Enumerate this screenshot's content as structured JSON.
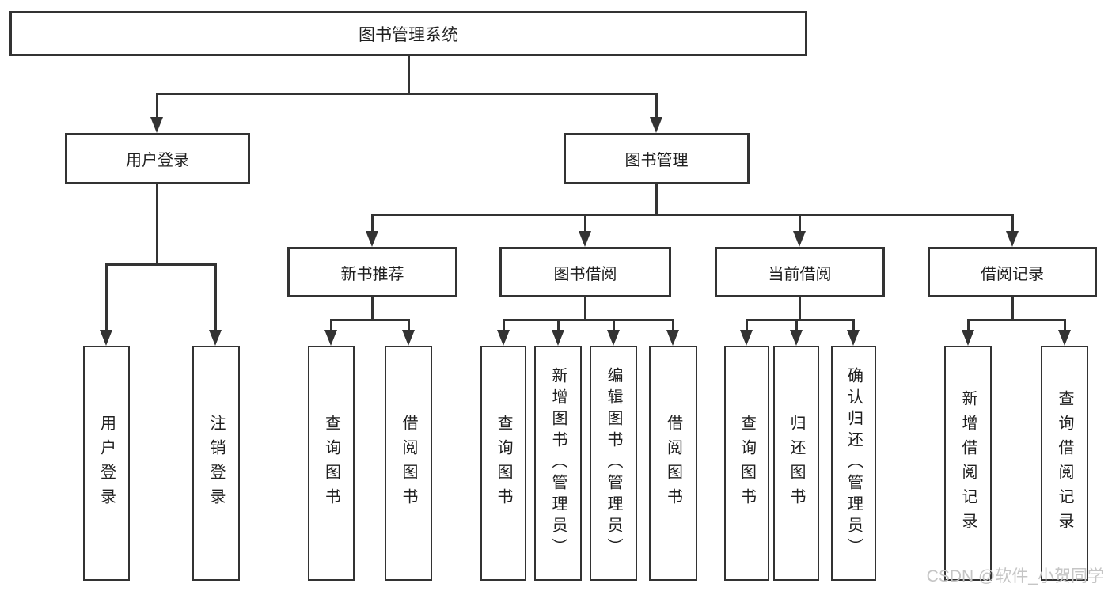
{
  "colors": {
    "line": "#333333",
    "text": "#1f1f1f",
    "box_bg": "#ffffff",
    "watermark": "#c5c5c5"
  },
  "watermark": {
    "text": "CSDN @软件_小贺同学"
  },
  "diagram": {
    "type": "tree",
    "root": {
      "label": "图书管理系统",
      "children": [
        {
          "label": "用户登录",
          "children": [
            {
              "label": "用户登录"
            },
            {
              "label": "注销登录"
            }
          ]
        },
        {
          "label": "图书管理",
          "children": [
            {
              "label": "新书推荐",
              "children": [
                {
                  "label": "查询图书"
                },
                {
                  "label": "借阅图书"
                }
              ]
            },
            {
              "label": "图书借阅",
              "children": [
                {
                  "label": "查询图书"
                },
                {
                  "label": "新增图书（管理员）"
                },
                {
                  "label": "编辑图书（管理员）"
                },
                {
                  "label": "借阅图书"
                }
              ]
            },
            {
              "label": "当前借阅",
              "children": [
                {
                  "label": "查询图书"
                },
                {
                  "label": "归还图书"
                },
                {
                  "label": "确认归还（管理员）"
                }
              ]
            },
            {
              "label": "借阅记录",
              "children": [
                {
                  "label": "新增借阅记录"
                },
                {
                  "label": "查询借阅记录"
                }
              ]
            }
          ]
        }
      ]
    }
  }
}
